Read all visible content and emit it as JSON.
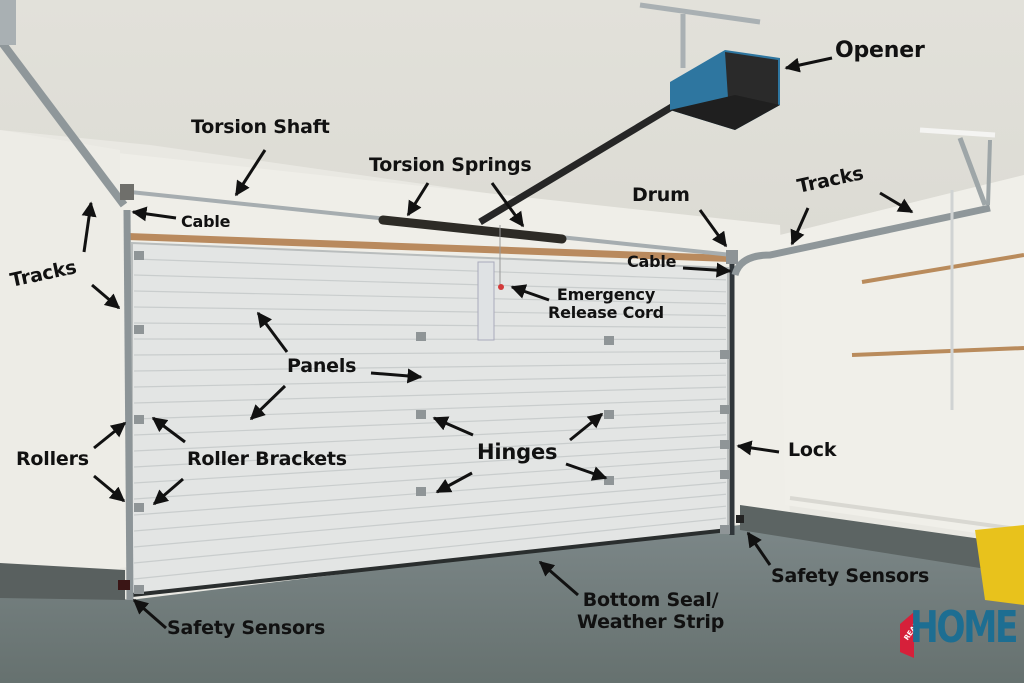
{
  "title": "Garage Door Parts Diagram",
  "labels": {
    "opener": "Opener",
    "torsion_shaft": "Torsion Shaft",
    "torsion_springs": "Torsion Springs",
    "drum": "Drum",
    "tracks_right": "Tracks",
    "tracks_left": "Tracks",
    "cable_left": "Cable",
    "cable_right": "Cable",
    "emergency_release_1": "Emergency",
    "emergency_release_2": "Release Cord",
    "panels": "Panels",
    "rollers": "Rollers",
    "roller_brackets": "Roller Brackets",
    "hinges": "Hinges",
    "lock": "Lock",
    "safety_sensors_left": "Safety Sensors",
    "safety_sensors_right": "Safety Sensors",
    "bottom_seal_1": "Bottom Seal/",
    "bottom_seal_2": "Weather Strip"
  },
  "logo": {
    "text": "HOME",
    "badge_text": "REAL",
    "brand_color": "#1d6e92",
    "badge_color": "#d6203a"
  },
  "colors": {
    "ceiling": "#e6e5df",
    "wall": "#eeede7",
    "door": "#e4e6e5",
    "floor": "#6f7b7c",
    "track": "#9aa3a6",
    "arrow": "#111111"
  }
}
